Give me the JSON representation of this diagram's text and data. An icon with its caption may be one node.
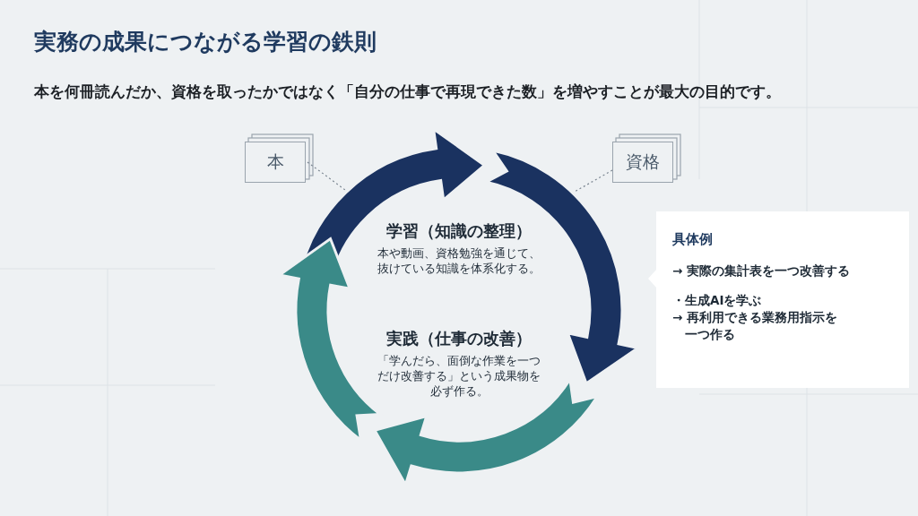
{
  "diagram": {
    "title": "実務の成果につながる学習の鉄則",
    "nodes": [
      {
        "text": [
          "本"
        ]
      },
      {
        "text": [
          "資格"
        ]
      },
      {
        "text": [
          "学習（知識の整理）",
          "本や動画、資格勉強を通じて、抜けている知識を体系化する。"
        ]
      },
      {
        "text": [
          "実践（仕事の改善）",
          "「学んだら、面倒な作業を一つだけ改善する」という成果物を必ず作る。"
        ]
      },
      {
        "text": [
          "具体例",
          "→ 実際の集計表を一つ改善する",
          "・生成AIを学ぶ",
          "→ 再利用できる業務用指示を一つ作る"
        ]
      }
    ],
    "edges": [
      {
        "from": 0,
        "to": null,
        "arrow": "none",
        "style": "dashed"
      },
      {
        "from": 1,
        "to": null,
        "arrow": "none",
        "style": "dashed"
      }
    ],
    "labels": [
      "本を何冊読んだか、資格を取ったかではなく「自分の仕事で再現できた数」を増やすことが最大の目的です。"
    ]
  }
}
